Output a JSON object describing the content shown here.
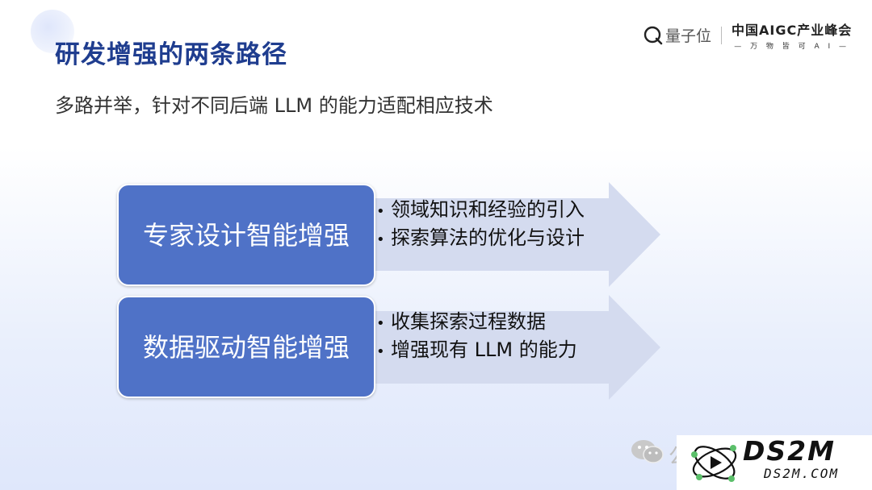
{
  "header": {
    "title": "研发增强的两条路径",
    "subtitle": "多路并举，针对不同后端 LLM 的能力适配相应技术"
  },
  "brand": {
    "qbitai_text": "量子位",
    "event_name": "中国AIGC产业峰会",
    "event_tagline": "— 万 物 皆 可 A I —"
  },
  "paths": [
    {
      "label": "专家设计智能增强",
      "bullets": [
        "领域知识和经验的引入",
        "探索算法的优化与设计"
      ]
    },
    {
      "label": "数据驱动智能增强",
      "bullets": [
        "收集探索过程数据",
        "增强现有 LLM 的能力"
      ]
    }
  ],
  "bullet_symbol": "•",
  "watermark": {
    "text": "公",
    "logo_main": "DS2M",
    "logo_sub": "DS2M.COM"
  },
  "colors": {
    "box_fill": "#4f72c7",
    "arrow_fill": "#d4dbef",
    "title": "#1f3d8f"
  }
}
